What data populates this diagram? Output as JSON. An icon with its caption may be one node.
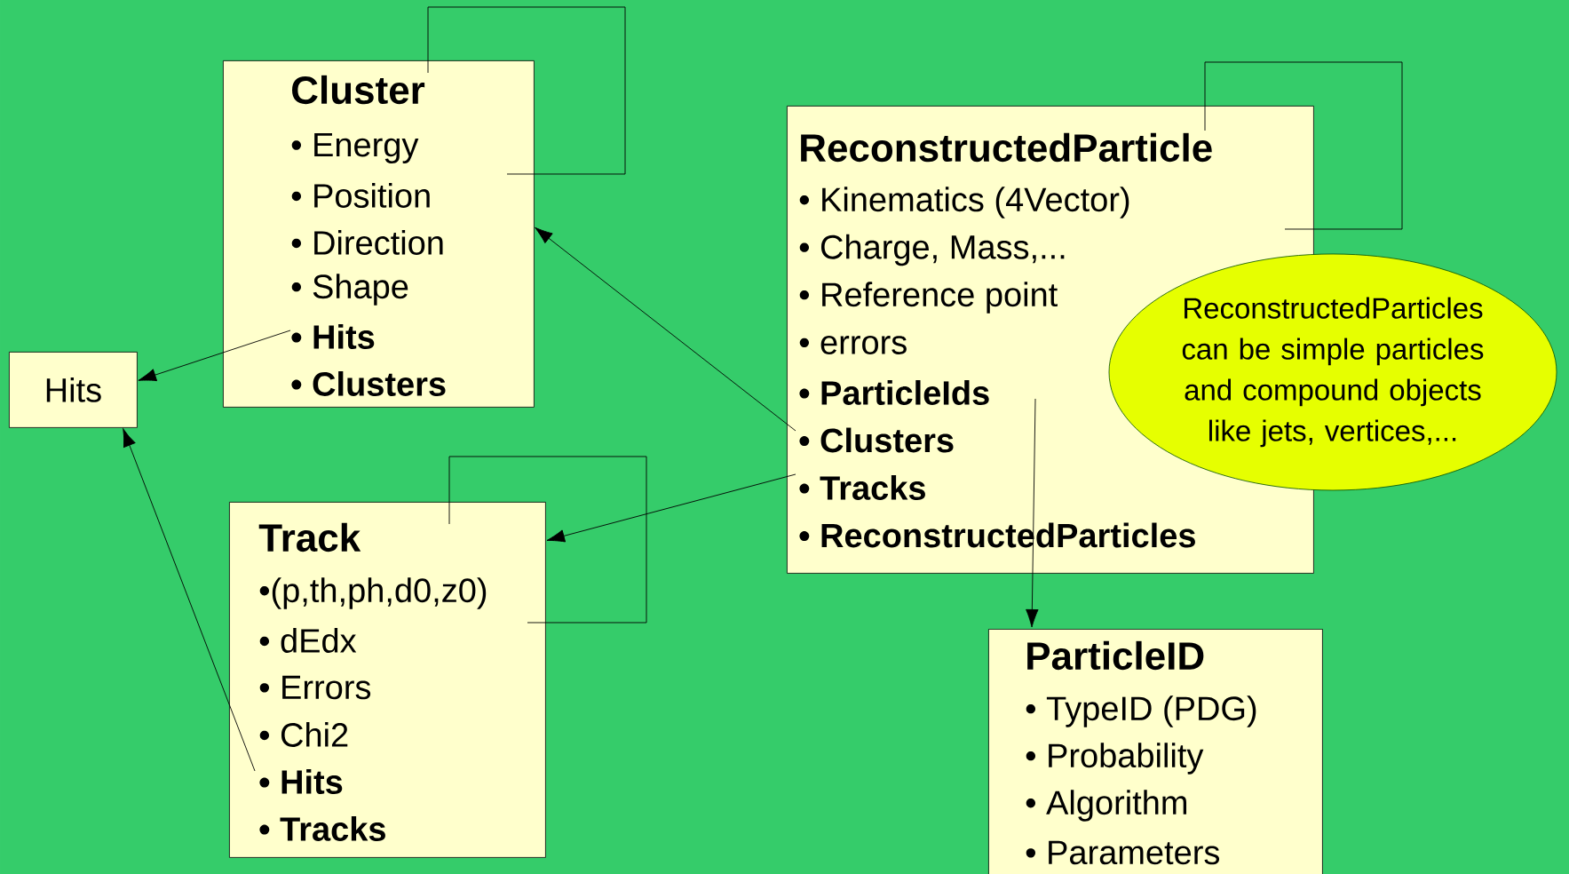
{
  "diagram": {
    "nodes": [
      {
        "text": [
          "Cluster",
          "• Energy",
          "• Position",
          "• Direction",
          "• Shape",
          "• Hits",
          "• Clusters"
        ]
      },
      {
        "text": [
          "Hits"
        ]
      },
      {
        "text": [
          "Track",
          "•(p,th,ph,d0,z0)",
          "• dEdx",
          "• Errors",
          "• Chi2",
          "• Hits",
          "• Tracks"
        ]
      },
      {
        "text": [
          "ReconstructedParticle",
          "• Kinematics (4Vector)",
          "• Charge, Mass,...",
          "• Reference point",
          "• errors",
          "• ParticleIds",
          "• Clusters",
          "• Tracks",
          "• ReconstructedParticles"
        ]
      },
      {
        "text": [
          "ReconstructedParticles can be simple particles and compound objects like jets, vertices,..."
        ]
      },
      {
        "text": [
          "ParticleID",
          "• TypeID (PDG)",
          "• Probability",
          "• Algorithm",
          "• Parameters"
        ]
      }
    ],
    "edges": [
      {
        "from": 0,
        "to": 0,
        "arrow": "none"
      },
      {
        "from": 0,
        "to": 1,
        "arrow": "to"
      },
      {
        "from": 2,
        "to": 1,
        "arrow": "to"
      },
      {
        "from": 2,
        "to": 2,
        "arrow": "none"
      },
      {
        "from": 3,
        "to": 0,
        "arrow": "to"
      },
      {
        "from": 3,
        "to": 2,
        "arrow": "to"
      },
      {
        "from": 3,
        "to": 3,
        "arrow": "none"
      },
      {
        "from": 3,
        "to": 5,
        "arrow": "to"
      }
    ]
  }
}
